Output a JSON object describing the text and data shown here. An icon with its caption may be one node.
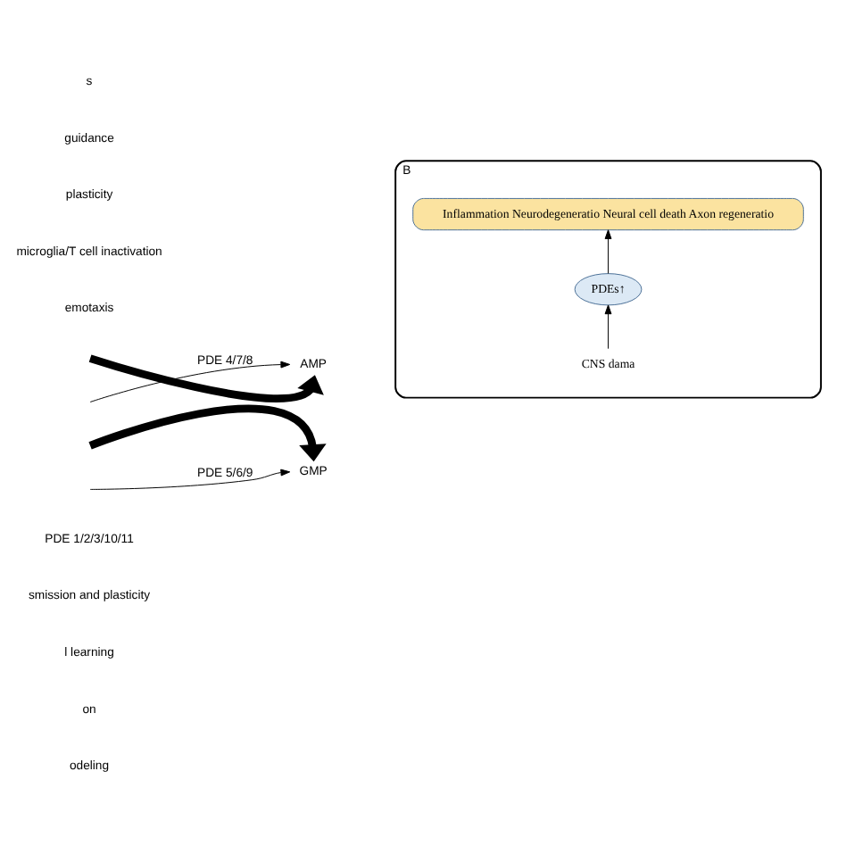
{
  "diagram": {
    "nodes": [
      {
        "text": [
          "B"
        ]
      },
      {
        "text": [
          "CNS dama"
        ],
        "in": 0
      },
      {
        "text": [
          "PDEs↑"
        ],
        "in": 0
      },
      {
        "text": [
          "Inflammation Neurodegeneratio Neural cell death Axon regeneratio"
        ],
        "in": 0
      },
      {
        "text": [
          "AMP"
        ]
      },
      {
        "text": [
          "GMP"
        ]
      }
    ],
    "edges": [
      {
        "from": 1,
        "to": 2,
        "arrow": "to"
      },
      {
        "from": 2,
        "to": 3,
        "arrow": "to"
      },
      {
        "from": null,
        "to": 4,
        "arrow": "to",
        "style": "thick"
      },
      {
        "from": null,
        "to": 4,
        "arrow": "to",
        "label": "PDE 4/7/8"
      },
      {
        "from": null,
        "to": 5,
        "arrow": "to",
        "style": "thick"
      },
      {
        "from": null,
        "to": 5,
        "arrow": "to",
        "label": "PDE 5/6/9"
      }
    ],
    "labels": [
      "s",
      "guidance",
      "plasticity",
      "microglia/T cell inactivation",
      "emotaxis",
      "PDE 1/2/3/10/11",
      "smission and plasticity",
      "l learning",
      "on",
      "odeling"
    ]
  }
}
